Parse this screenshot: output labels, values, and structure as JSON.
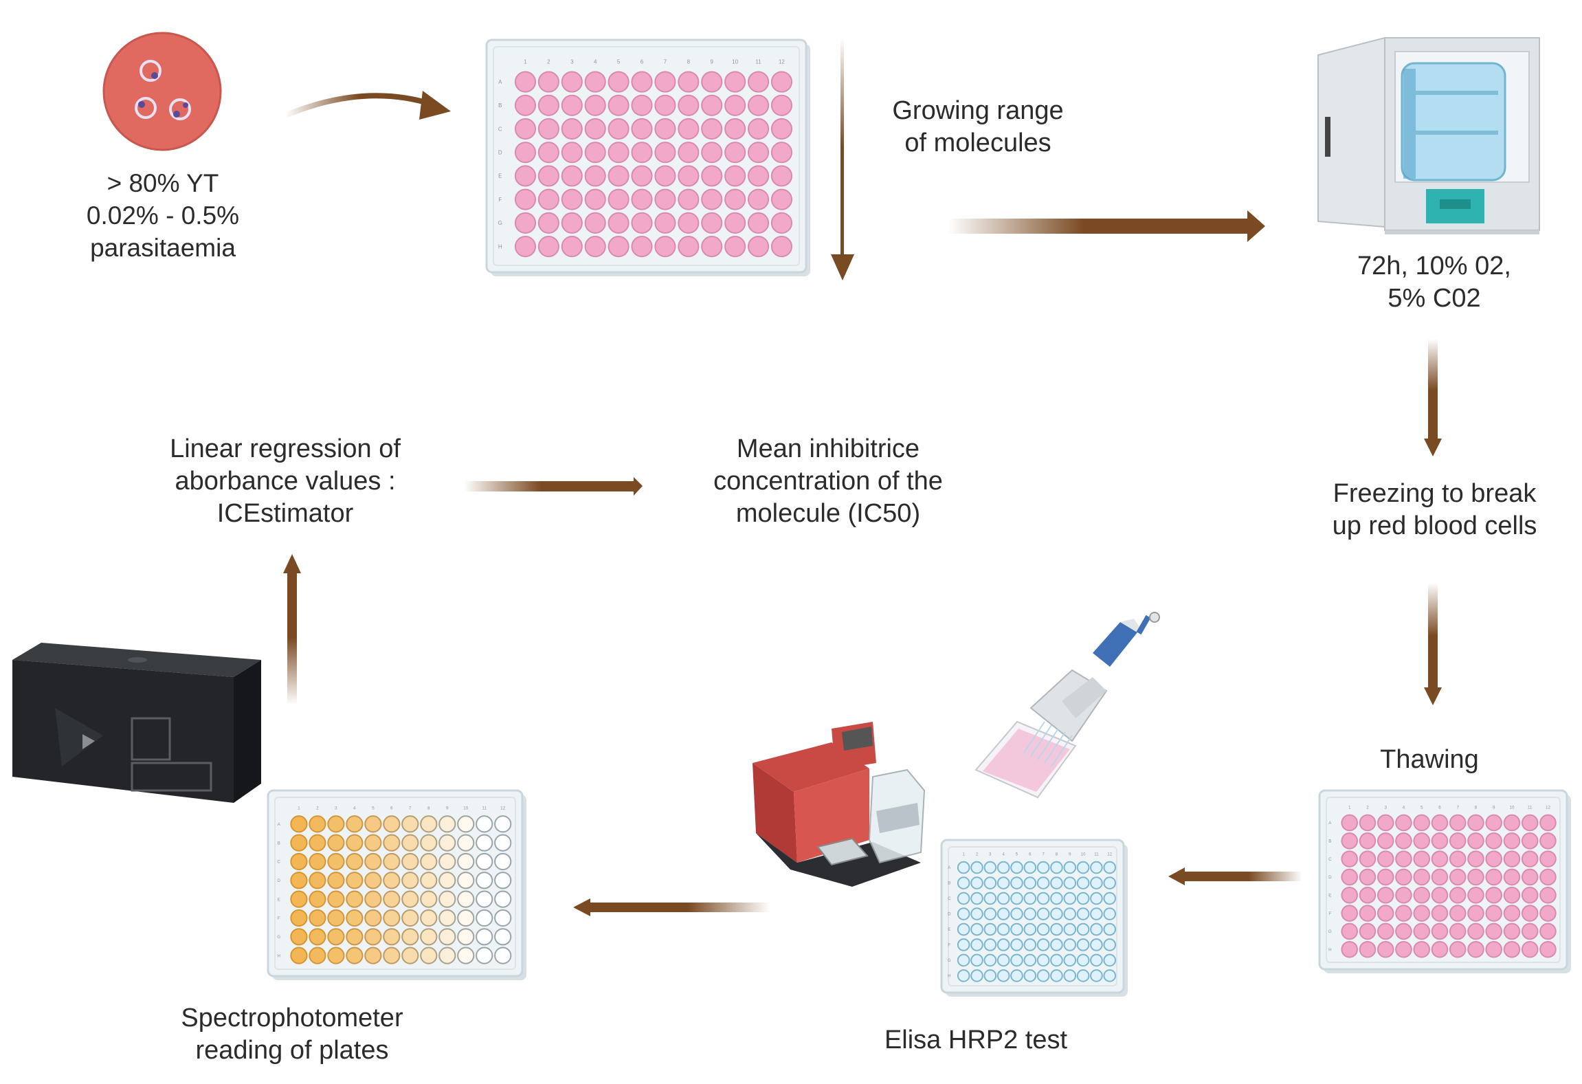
{
  "colors": {
    "arrow": "#7a4a22",
    "well_pink": "#f2a9c9",
    "well_blue": "#dff1fa",
    "plate_border": "#c9d6dc",
    "plate_fill": "#eef4f6",
    "circle_red": "#e06a60",
    "elisa_well_outline": "#7ab6cf"
  },
  "icons": {
    "culture": "parasite-culture-dish-icon",
    "incubator": "incubator-icon",
    "spectrophotometer": "spectrophotometer-reader-icon",
    "washer": "plate-washer-icon",
    "pipette": "multichannel-pipette-icon"
  },
  "well_plate": {
    "columns": [
      "1",
      "2",
      "3",
      "4",
      "5",
      "6",
      "7",
      "8",
      "9",
      "10",
      "11",
      "12"
    ],
    "rows": [
      "A",
      "B",
      "C",
      "D",
      "E",
      "F",
      "G",
      "H"
    ]
  },
  "gradient_plate_levels": [
    1.0,
    0.95,
    0.88,
    0.8,
    0.72,
    0.6,
    0.48,
    0.36,
    0.22,
    0.1,
    0.0,
    0.0
  ],
  "labels": {
    "culture": [
      "> 80% YT",
      "0.02% - 0.5%",
      "parasitaemia"
    ],
    "growing": [
      "Growing range",
      "of molecules"
    ],
    "incubation": [
      "72h, 10% 02,",
      "5% C02"
    ],
    "freezing": [
      "Freezing to break",
      "up red blood cells"
    ],
    "thawing": [
      "Thawing"
    ],
    "elisa": [
      "Elisa HRP2 test"
    ],
    "spectro": [
      "Spectrophotometer",
      "reading of plates"
    ],
    "regression": [
      "Linear regression of",
      "aborbance values :",
      "ICEstimator"
    ],
    "ic50": [
      "Mean inhibitrice",
      "concentration of the",
      "molecule (IC50)"
    ]
  }
}
